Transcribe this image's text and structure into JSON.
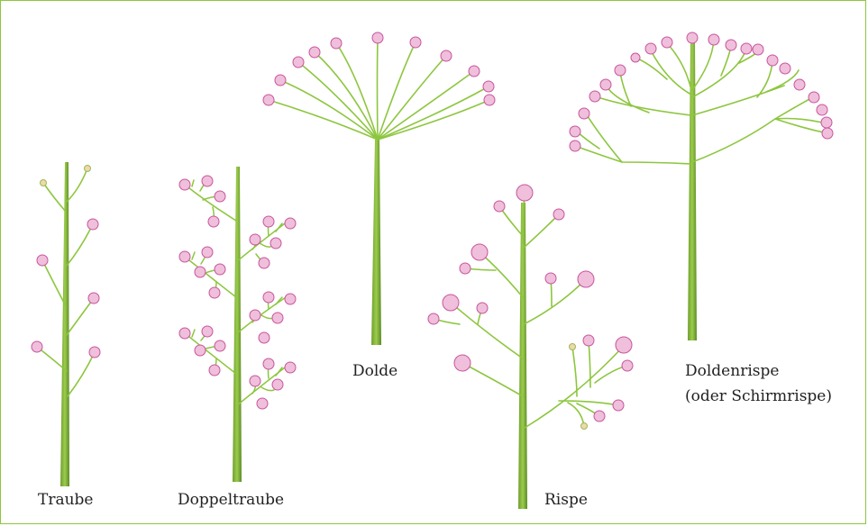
{
  "labels": {
    "traube": "Traube",
    "doppeltraube": "Doppeltraube",
    "dolde": "Dolde",
    "rispe": "Rispe",
    "doldenrispe_line1": "Doldenrispe",
    "doldenrispe_line2": "(oder Schirmrispe)"
  },
  "colors": {
    "frame": "#8cc63f",
    "stem_dark": "#5a8a25",
    "stem_light": "#8dc63f",
    "branch": "#8dc63f",
    "flower_fill": "#efbfdc",
    "flower_stroke": "#c8559b",
    "bud_fill": "#f0d8a8",
    "bud_stroke": "#9bb85a"
  }
}
